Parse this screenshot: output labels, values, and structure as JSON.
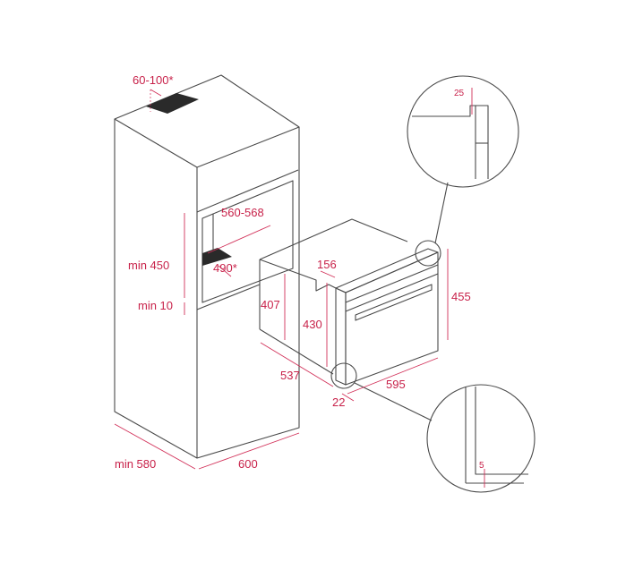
{
  "title": "Built-in oven installation diagram",
  "colors": {
    "dimension": "#c8224a",
    "line": "#4a4a4a",
    "vent": "#2a2a2a"
  },
  "dimensions": {
    "top_vent": "60-100*",
    "niche_width": "560-568",
    "niche_height": "min 450",
    "bottom_vent": "490*",
    "floor_gap": "min 10",
    "cabinet_depth": "min 580",
    "cabinet_width": "600",
    "oven_step_depth": "156",
    "oven_body_height": "407",
    "oven_step_height": "430",
    "oven_front_height": "455",
    "oven_depth": "537",
    "oven_width": "595",
    "front_offset": "22",
    "detail_top": "25",
    "detail_bottom": "5"
  }
}
